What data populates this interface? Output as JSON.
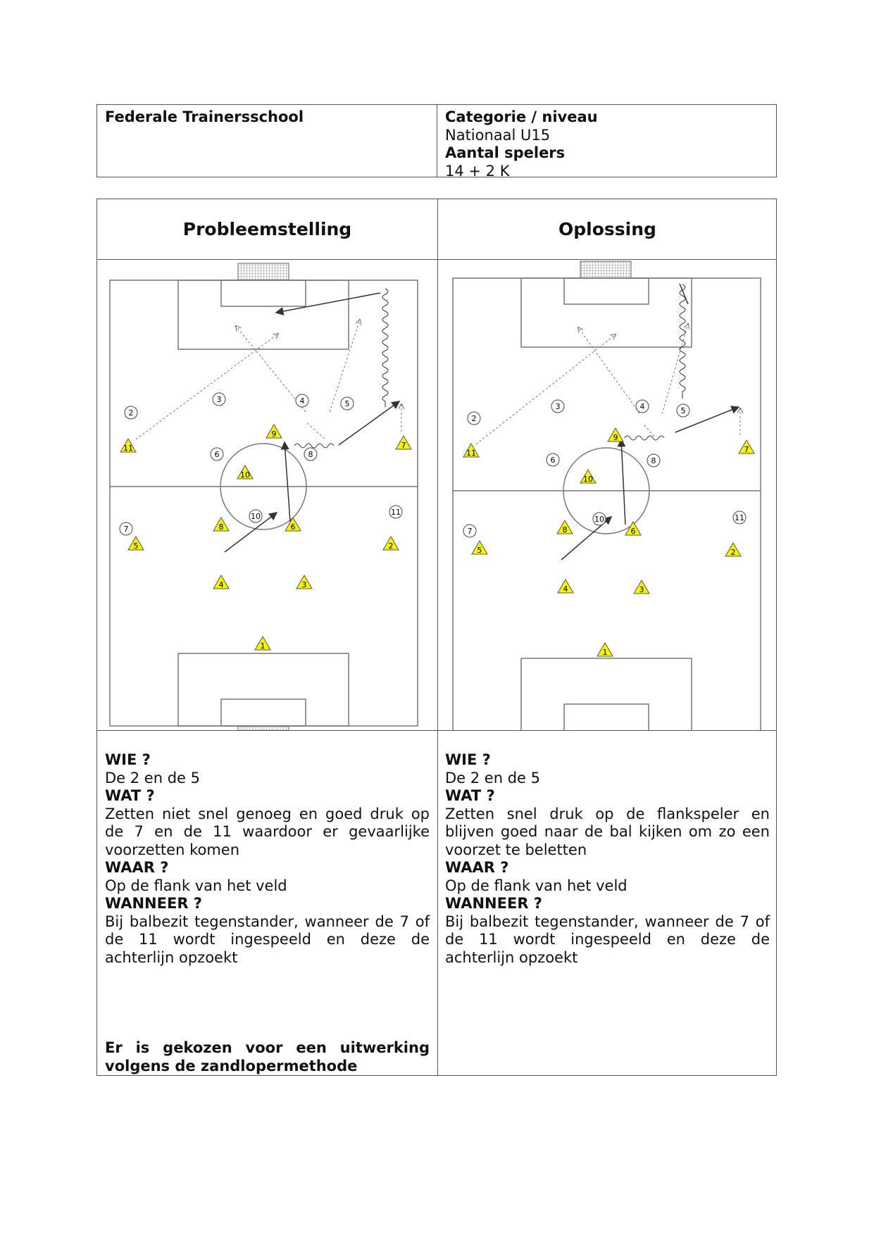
{
  "header": {
    "school": "Federale Trainersschool",
    "category_label": "Categorie / niveau",
    "category_value": "Nationaal U15",
    "players_label": "Aantal spelers",
    "players_value": "14 + 2 K"
  },
  "problem": {
    "title": "Probleemstelling",
    "who_label": "WIE ?",
    "who_text": "De 2 en de 5",
    "what_label": "WAT ?",
    "what_text": "Zetten niet snel genoeg en goed druk op de 7 en de 11 waardoor er gevaarlijke voorzetten komen",
    "where_label": "WAAR ?",
    "where_text": "Op de flank van het veld",
    "when_label": "WANNEER ?",
    "when_text": "Bij balbezit tegenstander, wanneer de 7 of de 11 wordt ingespeeld en deze de achterlijn opzoekt",
    "conclusion": "Er is gekozen voor een uitwerking volgens de zandlopermethode"
  },
  "solution": {
    "title": "Oplossing",
    "who_label": "WIE ?",
    "who_text": "De 2 en de 5",
    "what_label": "WAT ?",
    "what_text": "Zetten snel druk op de flankspeler en blijven goed naar de bal kijken om zo een voorzet te beletten",
    "where_label": "WAAR ?",
    "where_text": "Op de flank van het veld",
    "when_label": "WANNEER ?",
    "when_text": "Bij balbezit tegenstander, wanneer de 7 of de 11 wordt ingespeeld en deze de achterlijn opzoekt"
  },
  "diagram": {
    "attackers_color": "#f5f500",
    "circle_players": [
      "2",
      "3",
      "4",
      "5",
      "6",
      "8",
      "7",
      "10",
      "11"
    ],
    "triangle_players": [
      "11",
      "9",
      "7",
      "10",
      "8",
      "6",
      "5",
      "2",
      "4",
      "3",
      "1"
    ]
  }
}
